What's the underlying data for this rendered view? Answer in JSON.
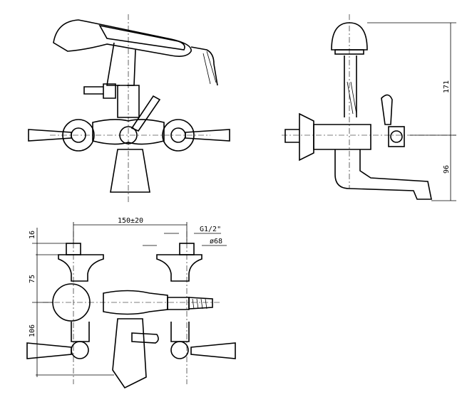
{
  "dimensions": {
    "spacing": "150±20",
    "thread": "G1/2\"",
    "diameter": "ø68",
    "top_height": "16",
    "upper_height": "75",
    "lower_height": "106",
    "side_upper": "171",
    "side_lower": "96"
  }
}
